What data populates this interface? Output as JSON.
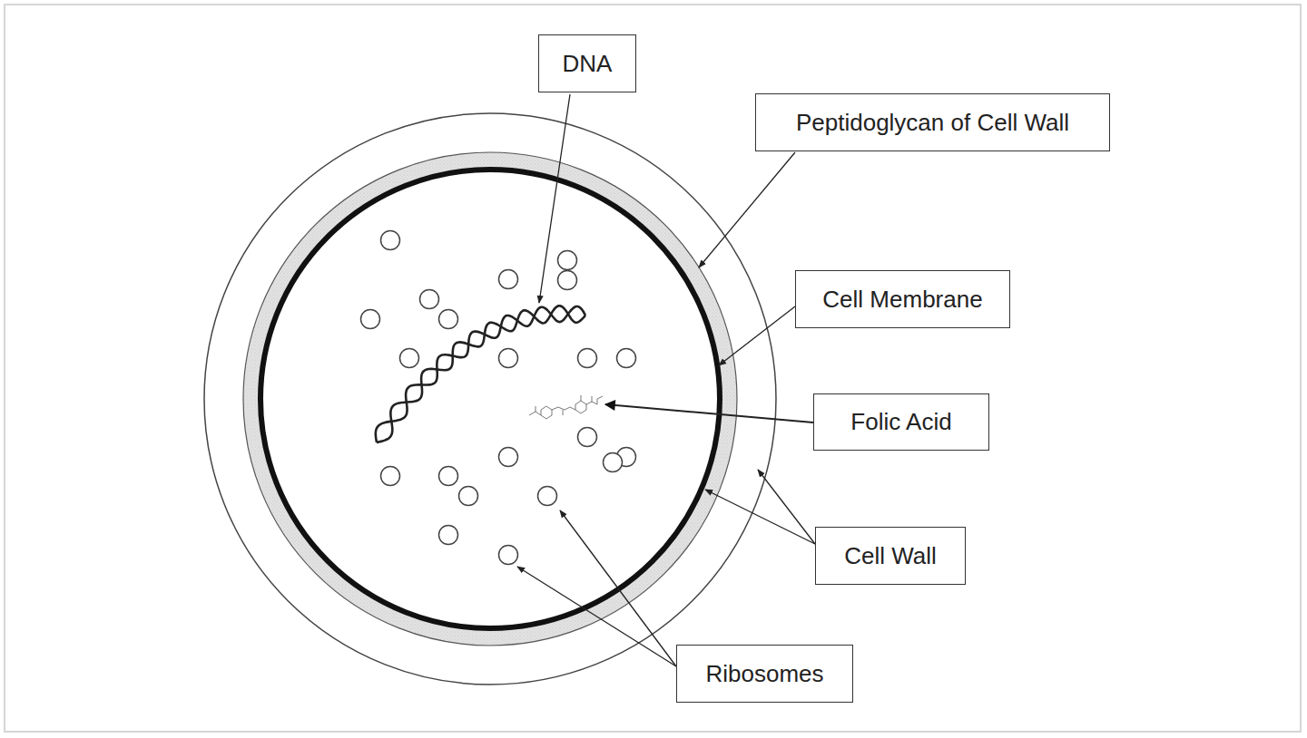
{
  "diagram": {
    "nodes": [
      {
        "text": [
          "DNA"
        ]
      },
      {
        "text": [
          "Peptidoglycan of Cell Wall"
        ]
      },
      {
        "text": [
          "Cell Membrane"
        ]
      },
      {
        "text": [
          "Folic Acid"
        ]
      },
      {
        "text": [
          "Cell Wall"
        ]
      },
      {
        "text": [
          "Ribosomes"
        ]
      }
    ]
  }
}
